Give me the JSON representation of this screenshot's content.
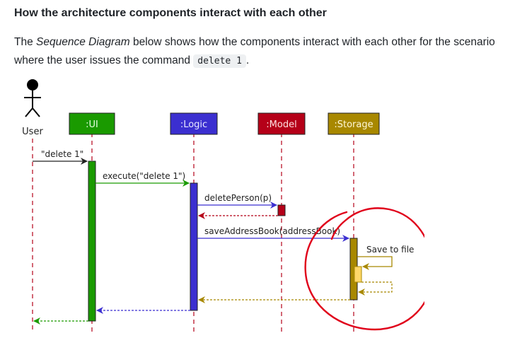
{
  "heading": "How the architecture components interact with each other",
  "paragraph": {
    "text_before": "The ",
    "emphasis": "Sequence Diagram",
    "text_middle": " below shows how the components interact with each other for the scenario where the user issues the command ",
    "code": "delete 1",
    "text_after": "."
  },
  "diagram": {
    "actor_label": "User",
    "participants": {
      "ui": ":UI",
      "logic": ":Logic",
      "model": ":Model",
      "storage": ":Storage"
    },
    "messages": {
      "user_to_ui": "\"delete 1\"",
      "ui_to_logic": "execute(\"delete 1\")",
      "logic_to_model": "deletePerson(p)",
      "logic_to_storage": "saveAddressBook(addressBook)",
      "storage_self": "Save to file"
    },
    "colors": {
      "ui": "#1a9a00",
      "logic": "#3b2fd0",
      "model": "#b50018",
      "storage": "#a88800",
      "annotation": "#e0001a"
    }
  }
}
